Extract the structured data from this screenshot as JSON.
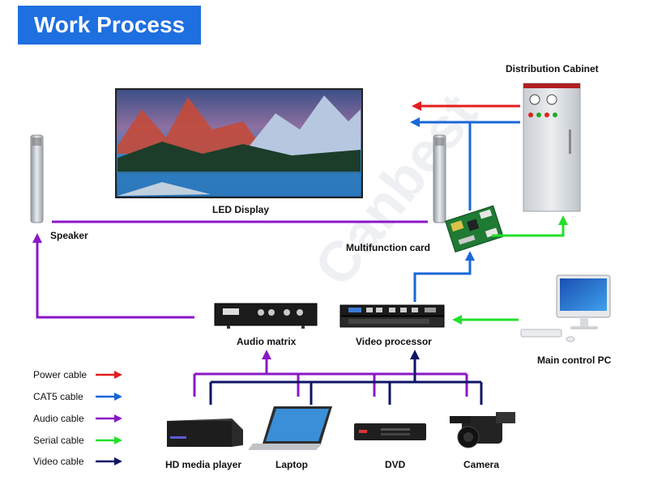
{
  "title": "Work Process",
  "watermark": "Canbest",
  "colors": {
    "title_bg": "#1e6fe0",
    "power": "#e41c1c",
    "cat5": "#1a67d8",
    "audio": "#8a17c9",
    "serial": "#22e02a",
    "video": "#0e1466"
  },
  "labels": {
    "distribution_cabinet": "Distribution Cabinet",
    "led_display": "LED Display",
    "speaker": "Speaker",
    "multifunction_card": "Multifunction card",
    "audio_matrix": "Audio matrix",
    "video_processor": "Video processor",
    "main_control_pc": "Main control PC",
    "hd_media_player": "HD media player",
    "laptop": "Laptop",
    "dvd": "DVD",
    "camera": "Camera"
  },
  "legend": [
    {
      "label": "Power cable",
      "color": "#e41c1c"
    },
    {
      "label": "CAT5 cable",
      "color": "#1a67d8"
    },
    {
      "label": "Audio cable",
      "color": "#8a17c9"
    },
    {
      "label": "Serial cable",
      "color": "#22e02a"
    },
    {
      "label": "Video cable",
      "color": "#0e1466"
    }
  ],
  "icons": [
    "speaker-icon",
    "led-screen-icon",
    "distribution-cabinet-icon",
    "control-card-icon",
    "audio-matrix-icon",
    "video-processor-icon",
    "desktop-pc-icon",
    "media-player-icon",
    "laptop-icon",
    "dvd-player-icon",
    "video-camera-icon"
  ]
}
